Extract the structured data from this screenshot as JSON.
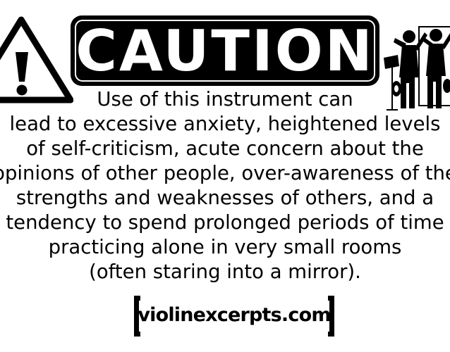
{
  "banner": {
    "title": "CAUTION"
  },
  "warning_lines": [
    "Use of this instrument can",
    "lead to excessive anxiety, heightened levels",
    "of self-criticism, acute concern about the",
    "opinions of other people, over-awareness of the",
    "strengths and weaknesses of others, and a",
    "tendency to spend prolonged periods of time",
    "practicing alone in very small rooms",
    "(often staring into a mirror)."
  ],
  "logo": {
    "text": "violinexcerpts.com"
  },
  "icons": {
    "warning": "warning-triangle-icon",
    "musicians": "musicians-with-violins-icon"
  },
  "colors": {
    "ink": "#000000",
    "background": "#ffffff"
  }
}
